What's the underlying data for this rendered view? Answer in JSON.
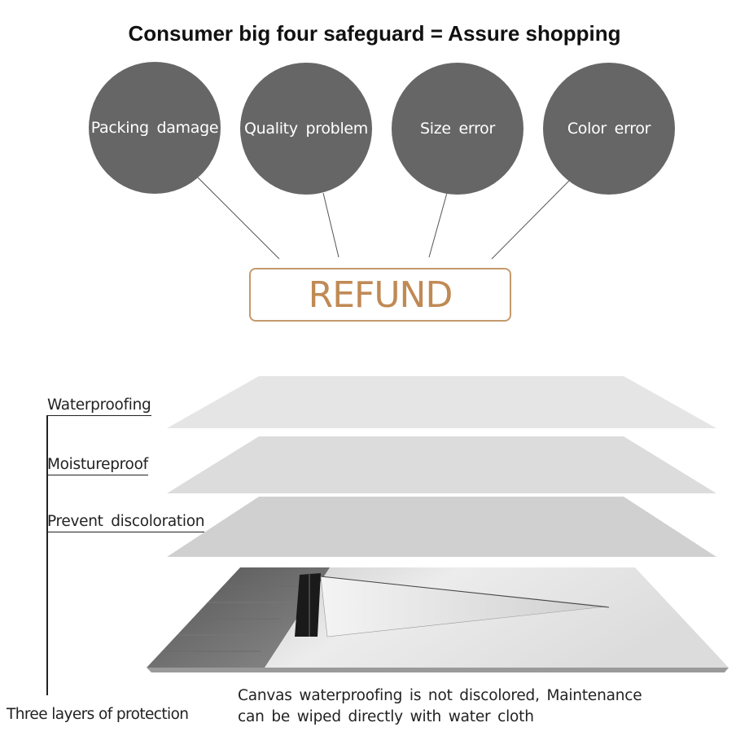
{
  "header": {
    "title": "Consumer big four safeguard = Assure shopping"
  },
  "safeguards": [
    {
      "label": "Packing  damage"
    },
    {
      "label": "Quality  problem"
    },
    {
      "label": "Size  error"
    },
    {
      "label": "Color  error"
    }
  ],
  "result": {
    "label": "REFUND"
  },
  "layers": {
    "items": [
      {
        "label": "Waterproofing"
      },
      {
        "label": "Moistureproof"
      },
      {
        "label": "Prevent  discoloration"
      }
    ],
    "summary": "Three layers of protection"
  },
  "description": {
    "line1": "Canvas  waterproofing  is  not  discolored,  Maintenance",
    "line2": "can  be  wiped  directly  with  water  cloth"
  },
  "colors": {
    "circle": "#666666",
    "refund_border": "#c49a6c",
    "refund_text": "#c08a55",
    "layer": "#e3e3e3"
  }
}
